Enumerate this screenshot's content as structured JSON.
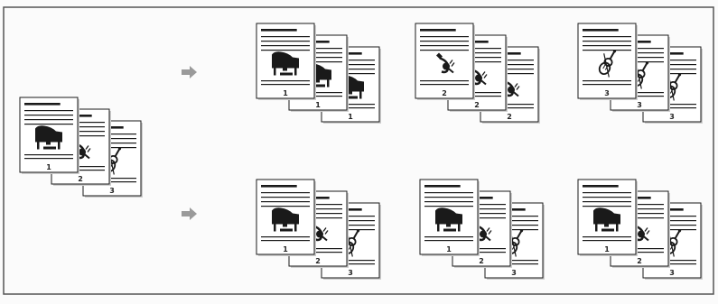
{
  "colors": {
    "frame": "#555555",
    "page_fill": "#ffffff",
    "ink": "#1a1a1a",
    "arrow": "#9a9a9a"
  },
  "arrow_icon": "right-block-arrow-icon",
  "original_set": {
    "pages": [
      {
        "image": "piano-icon",
        "number": "1"
      },
      {
        "image": "horn-icon",
        "number": "2"
      },
      {
        "image": "violin-icon",
        "number": "3"
      }
    ]
  },
  "uncollated_output": [
    {
      "copies": [
        {
          "image": "piano-icon",
          "number": "1"
        },
        {
          "image": "piano-icon",
          "number": "1"
        },
        {
          "image": "piano-icon",
          "number": "1"
        }
      ]
    },
    {
      "copies": [
        {
          "image": "horn-icon",
          "number": "2"
        },
        {
          "image": "horn-icon",
          "number": "2"
        },
        {
          "image": "horn-icon",
          "number": "2"
        }
      ]
    },
    {
      "copies": [
        {
          "image": "violin-icon",
          "number": "3"
        },
        {
          "image": "violin-icon",
          "number": "3"
        },
        {
          "image": "violin-icon",
          "number": "3"
        }
      ]
    }
  ],
  "collated_output": [
    {
      "pages": [
        {
          "image": "piano-icon",
          "number": "1"
        },
        {
          "image": "horn-icon",
          "number": "2"
        },
        {
          "image": "violin-icon",
          "number": "3"
        }
      ]
    },
    {
      "pages": [
        {
          "image": "piano-icon",
          "number": "1"
        },
        {
          "image": "horn-icon",
          "number": "2"
        },
        {
          "image": "violin-icon",
          "number": "3"
        }
      ]
    },
    {
      "pages": [
        {
          "image": "piano-icon",
          "number": "1"
        },
        {
          "image": "horn-icon",
          "number": "2"
        },
        {
          "image": "violin-icon",
          "number": "3"
        }
      ]
    }
  ]
}
